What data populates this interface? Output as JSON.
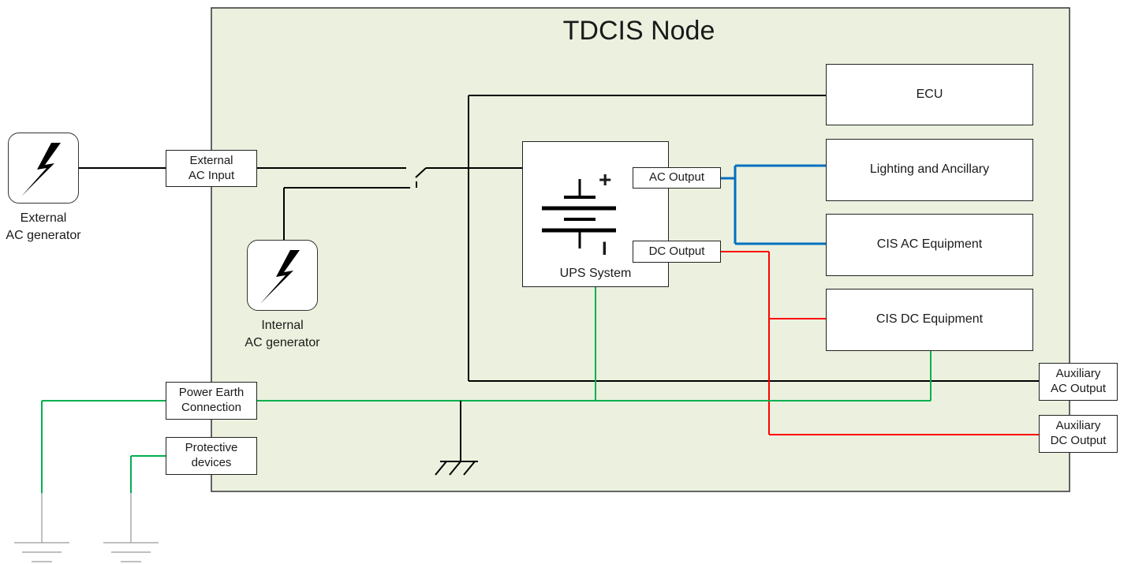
{
  "title": "TDCIS Node",
  "external_generator": {
    "caption": "External\nAC generator"
  },
  "internal_generator": {
    "caption": "Internal\nAC generator"
  },
  "terminals": {
    "external_ac_input": "External\nAC Input",
    "power_earth": "Power Earth\nConnection",
    "protective_devices": "Protective\ndevices",
    "aux_ac_output": "Auxiliary\nAC Output",
    "aux_dc_output": "Auxiliary\nDC Output"
  },
  "ups": {
    "label": "UPS System",
    "plus": "+",
    "minus": "I",
    "ac_output": "AC Output",
    "dc_output": "DC Output"
  },
  "loads": {
    "ecu": "ECU",
    "lighting": "Lighting and Ancillary",
    "cis_ac": "CIS AC Equipment",
    "cis_dc": "CIS DC Equipment"
  },
  "colors": {
    "node_fill": "#ebf1de",
    "ac_line": "#0070c0",
    "dc_line": "#ff0000",
    "earth_line": "#00b050",
    "power_line": "#000000"
  }
}
